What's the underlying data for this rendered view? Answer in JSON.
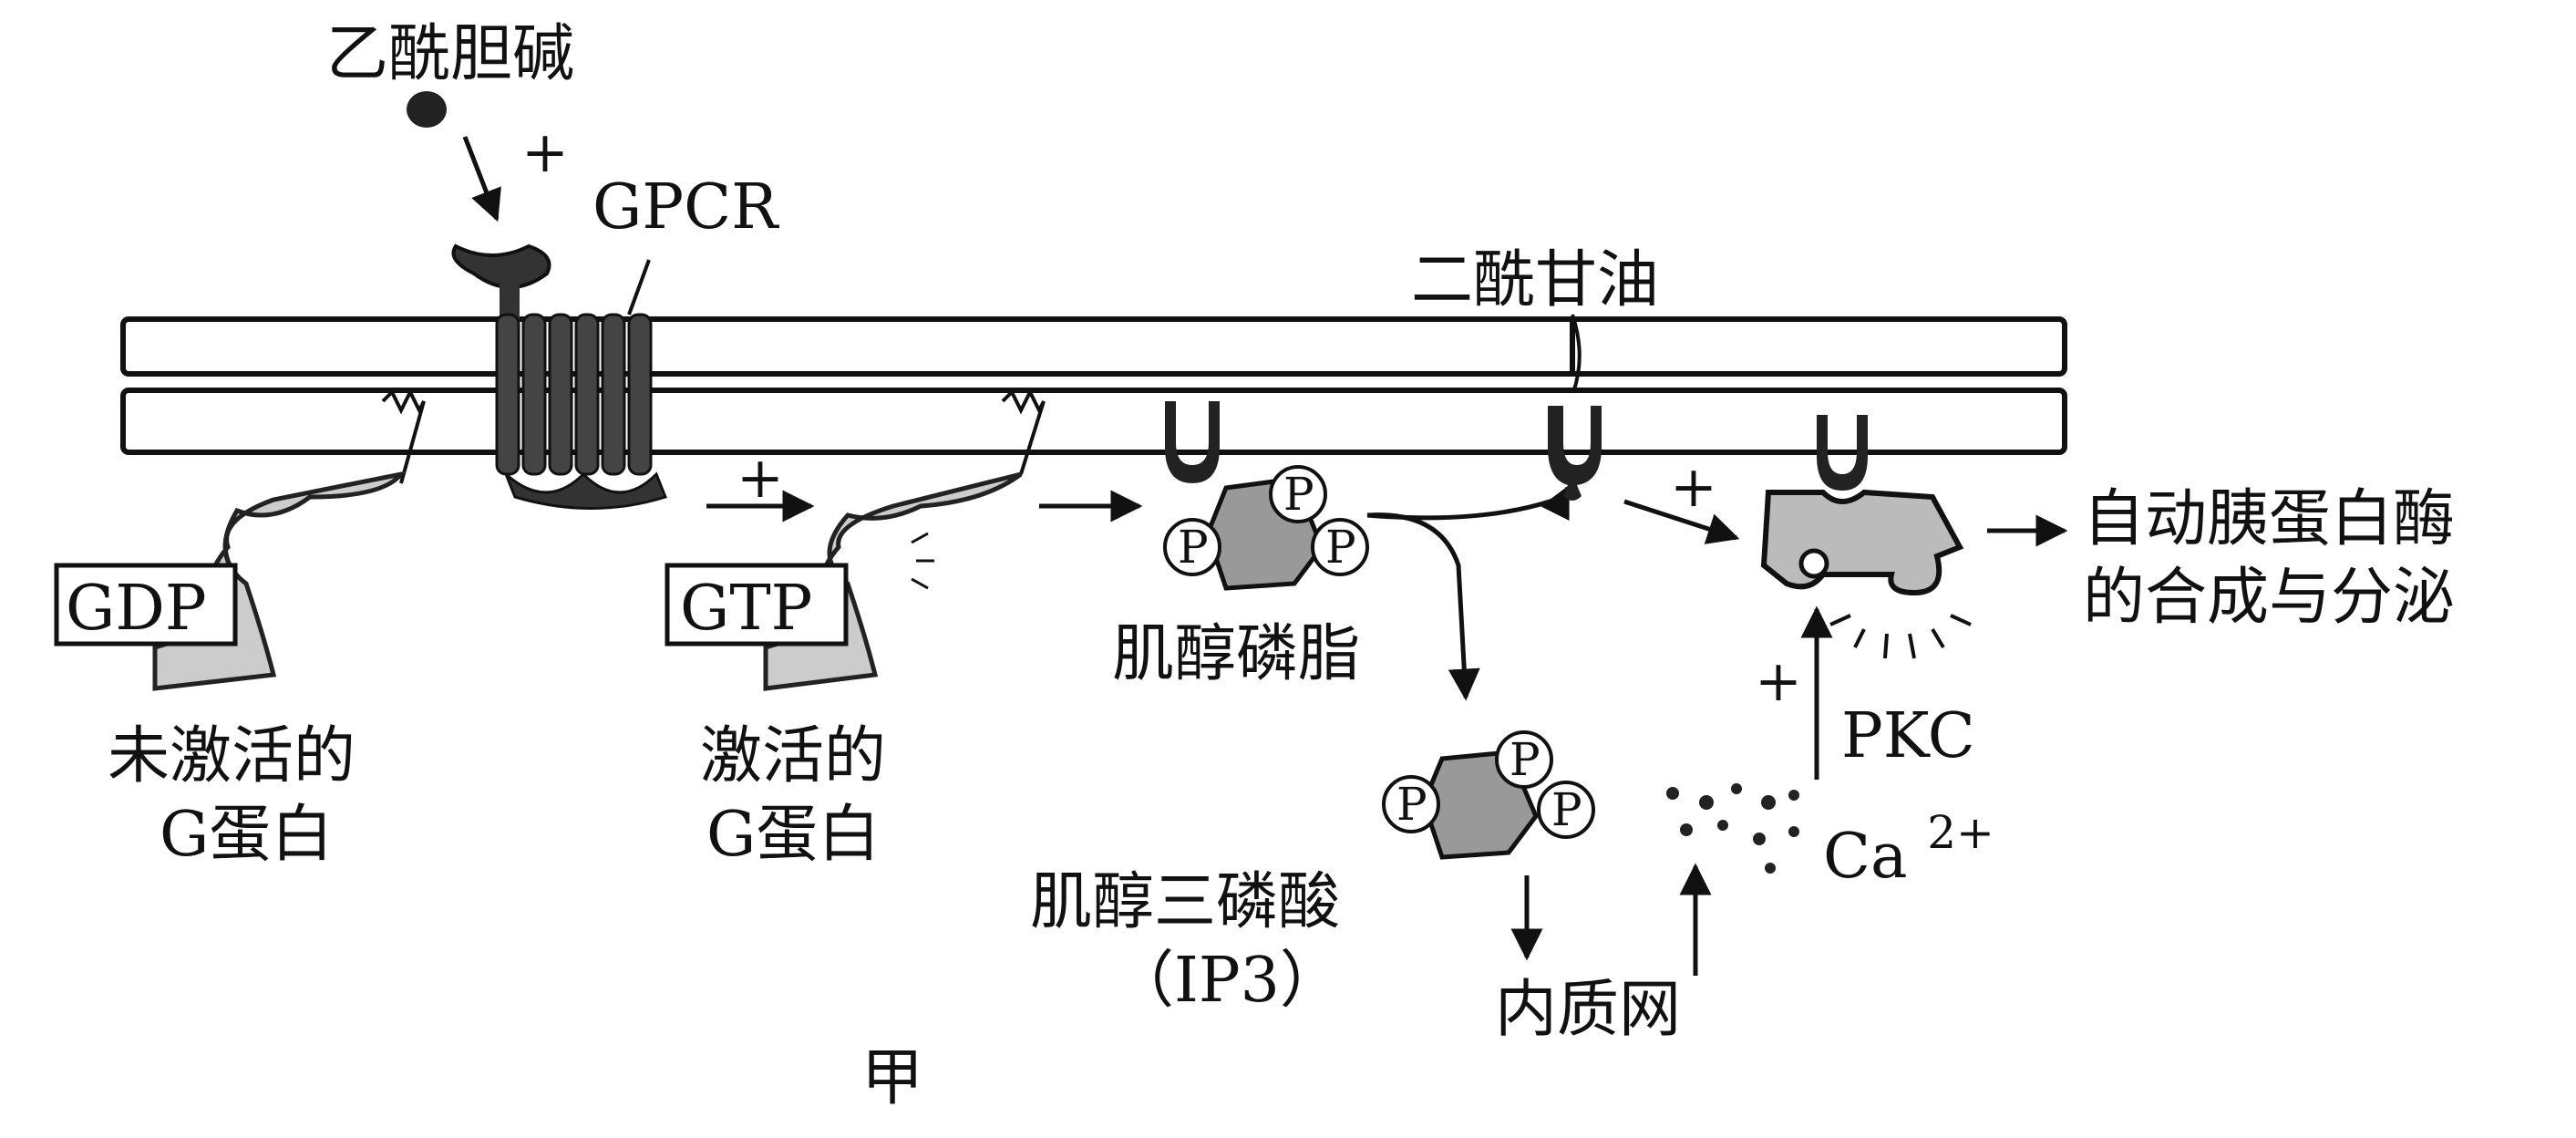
{
  "labels": {
    "acetylcholine": "乙酰胆碱",
    "plus_top": "+",
    "gpcr": "GPCR",
    "dag": "二酰甘油",
    "gdp": "GDP",
    "gtp": "GTP",
    "inactive_g_line1": "未激活的",
    "inactive_g_line2": "G蛋白",
    "active_g_line1": "激活的",
    "active_g_line2": "G蛋白",
    "plus_gtp": "+",
    "pip2": "肌醇磷脂",
    "ip3_line1": "肌醇三磷酸",
    "ip3_line2": "（IP3）",
    "er": "内质网",
    "plus_pkc": "+",
    "plus_ca": "+",
    "pkc": "PKC",
    "ca": "Ca",
    "ca_sup": "2+",
    "output_line1": "自动胰蛋白酶",
    "output_line2": "的合成与分泌",
    "phosphate": "P",
    "figure_caption": "甲"
  }
}
